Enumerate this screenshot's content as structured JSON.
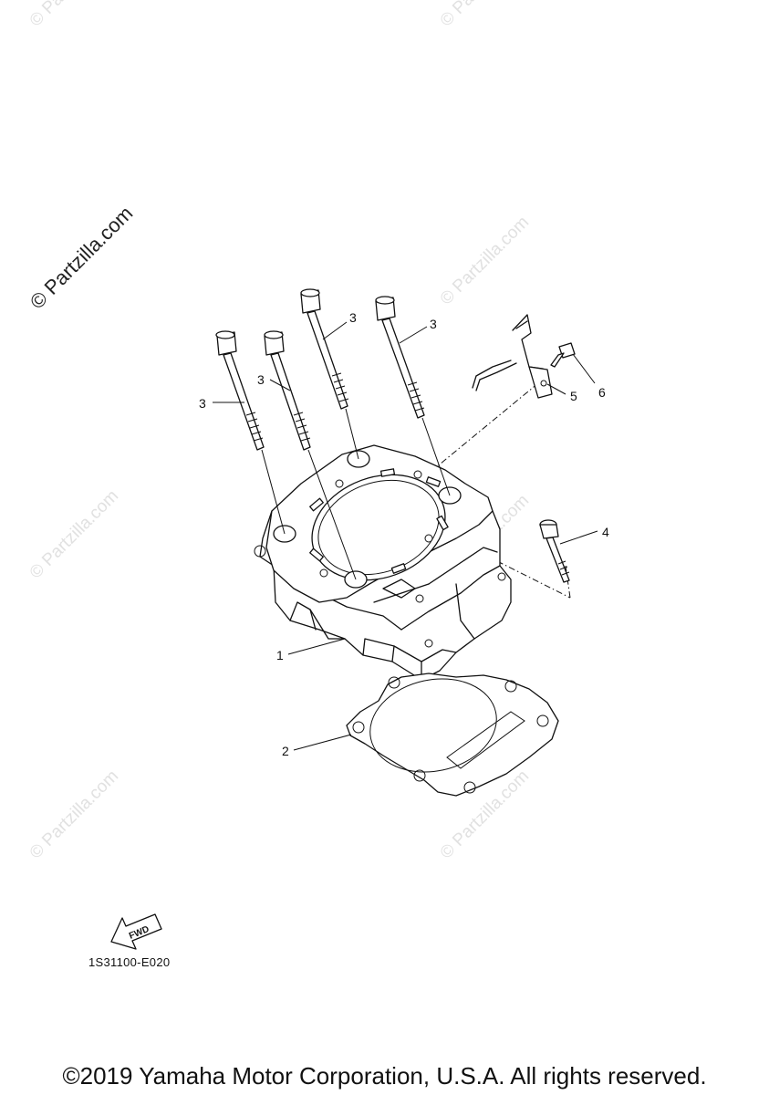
{
  "watermark": {
    "primary_text": "© Partzilla.com",
    "tile_text": "© Partzilla.com"
  },
  "callouts": [
    {
      "id": "c1",
      "label": "1"
    },
    {
      "id": "c2",
      "label": "2"
    },
    {
      "id": "c3a",
      "label": "3"
    },
    {
      "id": "c3b",
      "label": "3"
    },
    {
      "id": "c3c",
      "label": "3"
    },
    {
      "id": "c3d",
      "label": "3"
    },
    {
      "id": "c4",
      "label": "4"
    },
    {
      "id": "c5",
      "label": "5"
    },
    {
      "id": "c6",
      "label": "6"
    }
  ],
  "fwd_arrow": {
    "label": "FWD"
  },
  "drawing_code": "1S31100-E020",
  "copyright": "©2019 Yamaha Motor Corporation, U.S.A. All rights reserved."
}
